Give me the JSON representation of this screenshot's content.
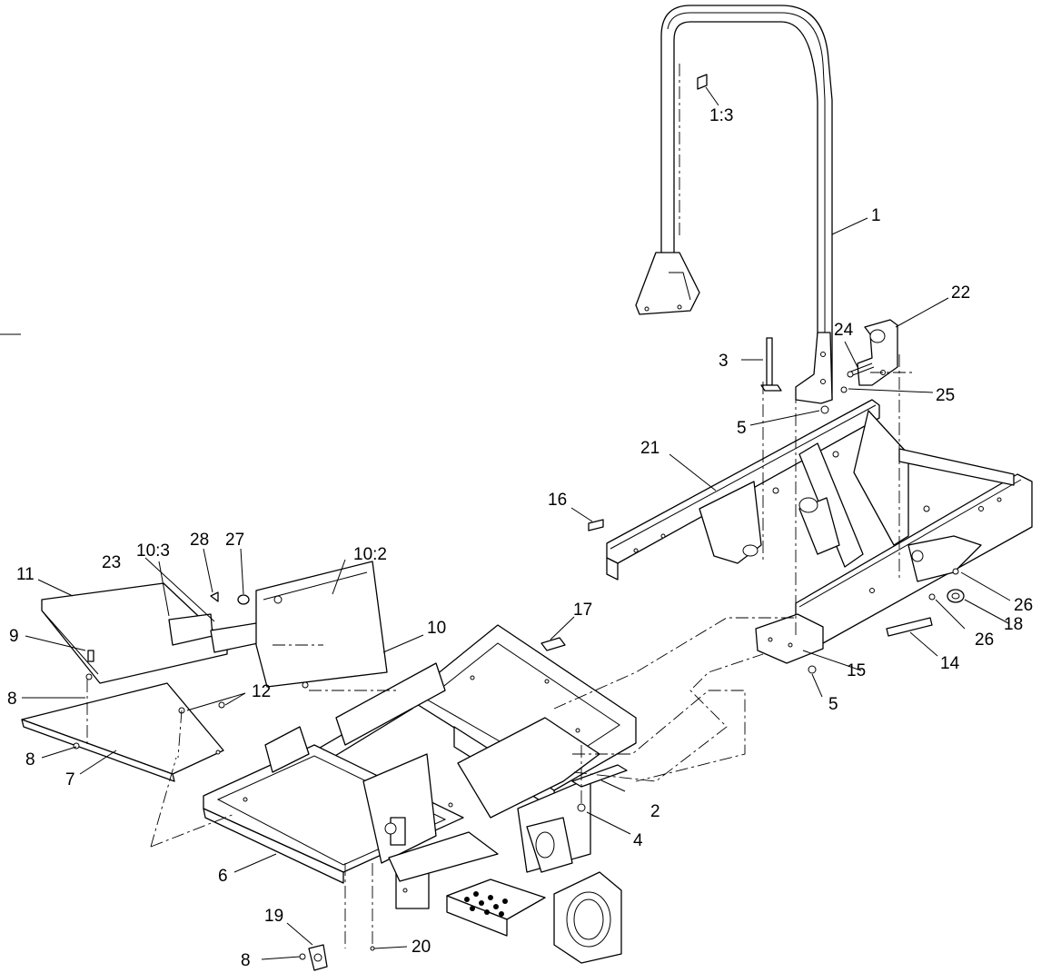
{
  "callouts": [
    {
      "id": "c1",
      "label": "1"
    },
    {
      "id": "c1-3",
      "label": "1:3"
    },
    {
      "id": "c2",
      "label": "2"
    },
    {
      "id": "c3",
      "label": "3"
    },
    {
      "id": "c4",
      "label": "4"
    },
    {
      "id": "c5a",
      "label": "5"
    },
    {
      "id": "c5b",
      "label": "5"
    },
    {
      "id": "c6",
      "label": "6"
    },
    {
      "id": "c7",
      "label": "7"
    },
    {
      "id": "c8a",
      "label": "8"
    },
    {
      "id": "c8b",
      "label": "8"
    },
    {
      "id": "c8c",
      "label": "8"
    },
    {
      "id": "c9",
      "label": "9"
    },
    {
      "id": "c10",
      "label": "10"
    },
    {
      "id": "c10-2",
      "label": "10:2"
    },
    {
      "id": "c10-3",
      "label": "10:3"
    },
    {
      "id": "c11",
      "label": "11"
    },
    {
      "id": "c12",
      "label": "12"
    },
    {
      "id": "c14",
      "label": "14"
    },
    {
      "id": "c15",
      "label": "15"
    },
    {
      "id": "c16",
      "label": "16"
    },
    {
      "id": "c17",
      "label": "17"
    },
    {
      "id": "c18",
      "label": "18"
    },
    {
      "id": "c19",
      "label": "19"
    },
    {
      "id": "c20",
      "label": "20"
    },
    {
      "id": "c21",
      "label": "21"
    },
    {
      "id": "c22",
      "label": "22"
    },
    {
      "id": "c23",
      "label": "23"
    },
    {
      "id": "c24",
      "label": "24"
    },
    {
      "id": "c25",
      "label": "25"
    },
    {
      "id": "c26a",
      "label": "26"
    },
    {
      "id": "c26b",
      "label": "26"
    },
    {
      "id": "c27",
      "label": "27"
    },
    {
      "id": "c28",
      "label": "28"
    }
  ]
}
